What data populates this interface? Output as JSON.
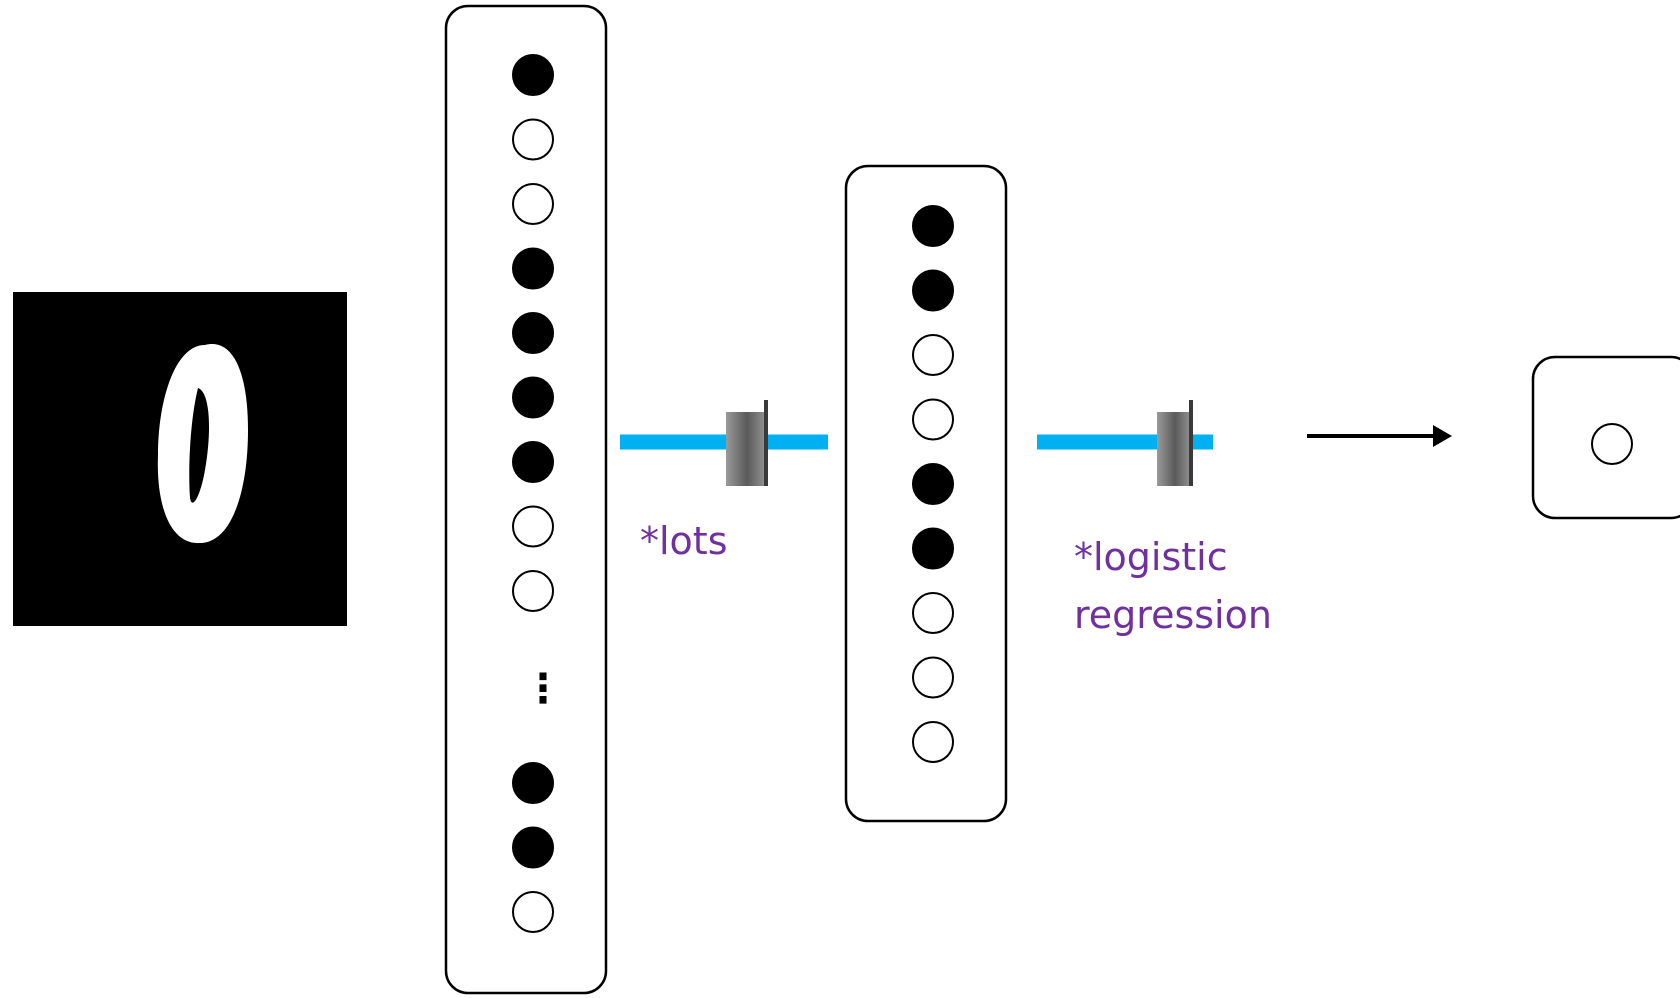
{
  "input_image": {
    "digit": "0"
  },
  "input_layer": {
    "units_top": [
      "on",
      "off",
      "off",
      "on",
      "on",
      "on",
      "on",
      "off",
      "off"
    ],
    "ellipsis": "⋮",
    "units_bottom": [
      "on",
      "on",
      "off"
    ]
  },
  "hidden_layer": {
    "units": [
      "on",
      "on",
      "off",
      "off",
      "on",
      "on",
      "off",
      "off",
      "off"
    ]
  },
  "output_layer": {
    "units": [
      "off"
    ]
  },
  "annotations": {
    "lots": "*lots",
    "logistic_line1": "*logistic",
    "logistic_line2": "regression"
  },
  "colors": {
    "connector": "#00b0f0",
    "annotation": "#7030a0",
    "unit_on": "#000000",
    "unit_off": "#ffffff",
    "outline": "#000000",
    "image_background": "#000000",
    "digit_stroke": "#ffffff"
  }
}
